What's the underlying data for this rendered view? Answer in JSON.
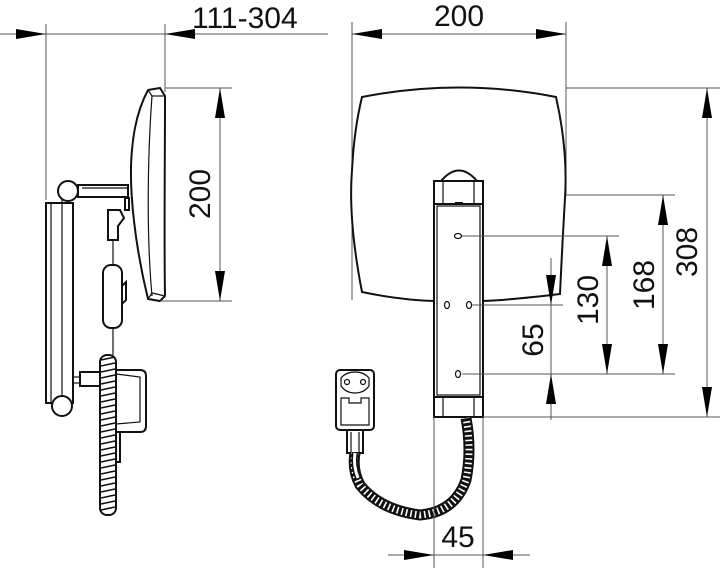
{
  "drawing": {
    "subject": "wall-mounted cosmetic mirror with coiled cable and plug",
    "views": [
      "side-view",
      "front-view"
    ],
    "line_color": "#111111",
    "dimension_line_color": "#555555",
    "background": "#ffffff"
  },
  "dimensions": {
    "side_projection": "111-304",
    "side_mirror_height": "200",
    "front_width": "200",
    "total_height": "308",
    "hole_span_top": "168",
    "hole_span_mid": "130",
    "hole_span_low": "65",
    "arm_width": "45"
  }
}
